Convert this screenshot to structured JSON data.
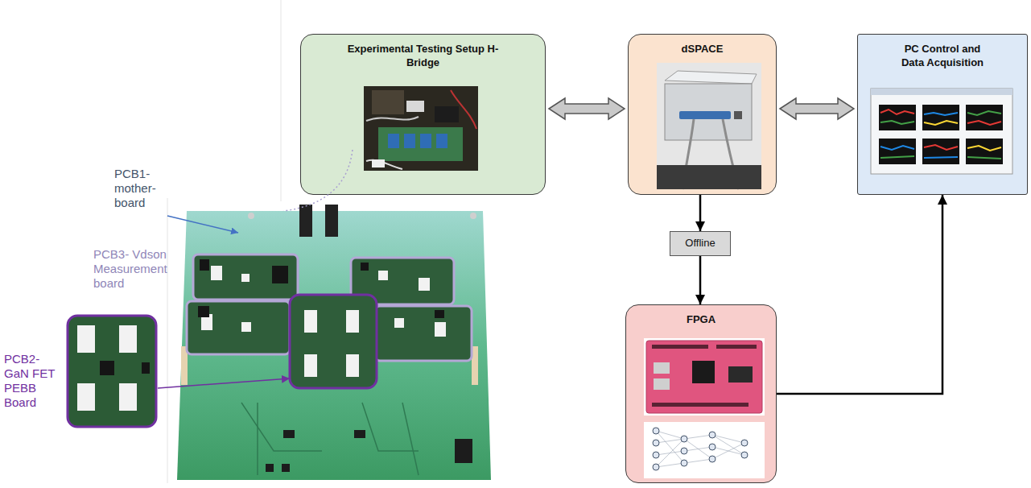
{
  "diagram": {
    "nodes": [
      {
        "text": [
          "Experimental Testing Setup H-Bridge"
        ]
      },
      {
        "text": [
          "dSPACE"
        ]
      },
      {
        "text": [
          "PC Control and Data Acquisition"
        ]
      },
      {
        "text": [
          "Offline"
        ]
      },
      {
        "text": [
          "FPGA"
        ]
      }
    ],
    "edges": [
      {
        "from": 0,
        "to": 1,
        "arrow": "both"
      },
      {
        "from": 1,
        "to": 2,
        "arrow": "both"
      },
      {
        "from": 1,
        "to": 3,
        "arrow": "to"
      },
      {
        "from": 3,
        "to": 4,
        "arrow": "to"
      },
      {
        "from": 4,
        "to": 2,
        "arrow": "to"
      }
    ],
    "labels": [
      "PCB1- mother- board",
      "PCB3- Vdson Measurement board",
      "PCB2- GaN FET PEBB Board"
    ]
  }
}
